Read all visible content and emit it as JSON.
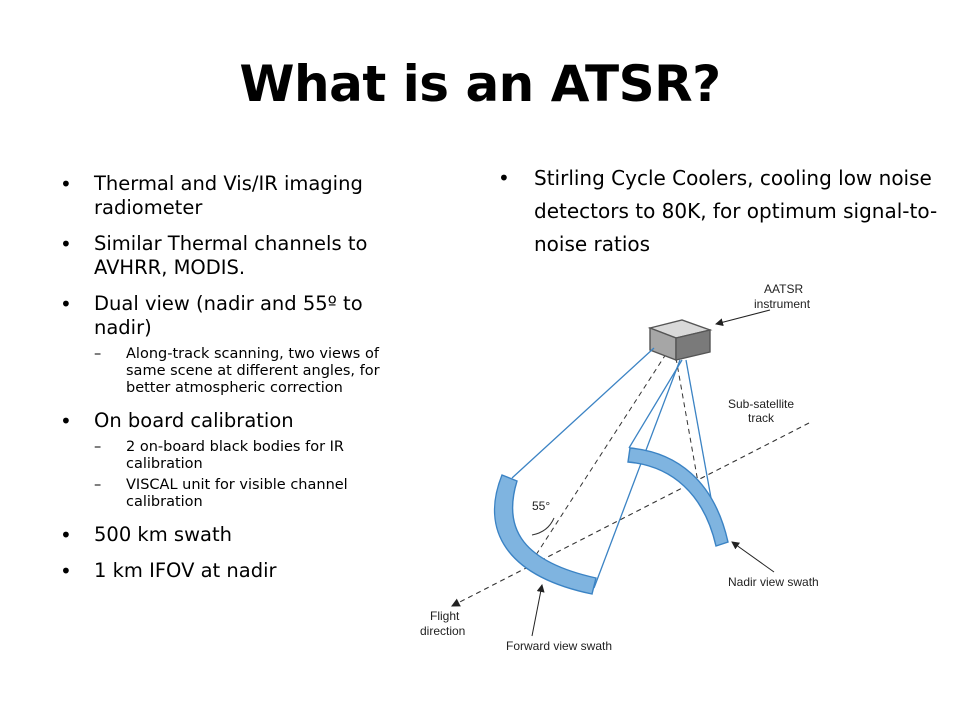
{
  "title": "What is an ATSR?",
  "left_bullets": [
    {
      "text": "Thermal and Vis/IR imaging radiometer",
      "sub": []
    },
    {
      "text": "Similar Thermal channels to AVHRR, MODIS.",
      "sub": []
    },
    {
      "text": "Dual view (nadir and 55º to nadir)",
      "sub": [
        "Along-track scanning, two views of same scene at different angles, for better atmospheric correction"
      ]
    },
    {
      "text": "On board calibration",
      "sub": [
        "2 on-board black bodies for IR calibration",
        "VISCAL unit for visible channel calibration"
      ]
    },
    {
      "text": "500 km swath",
      "sub": []
    },
    {
      "text": "1 km IFOV at nadir",
      "sub": []
    }
  ],
  "right_bullets": [
    {
      "text": "Stirling Cycle Coolers, cooling low noise detectors to 80K, for optimum signal-to-noise ratios"
    }
  ],
  "diagram": {
    "instrument_label": [
      "AATSR",
      "instrument"
    ],
    "subsatellite_label": [
      "Sub-satellite",
      "track"
    ],
    "angle_label": "55°",
    "nadir_label": "Nadir view swath",
    "forward_label": "Forward view swath",
    "flight_label": [
      "Flight",
      "direction"
    ],
    "colors": {
      "swath_fill": "#7fb4e0",
      "swath_stroke": "#3b83c4",
      "box_top": "#d9d9d9",
      "box_front": "#a6a6a6",
      "box_side": "#7a7a7a"
    }
  }
}
